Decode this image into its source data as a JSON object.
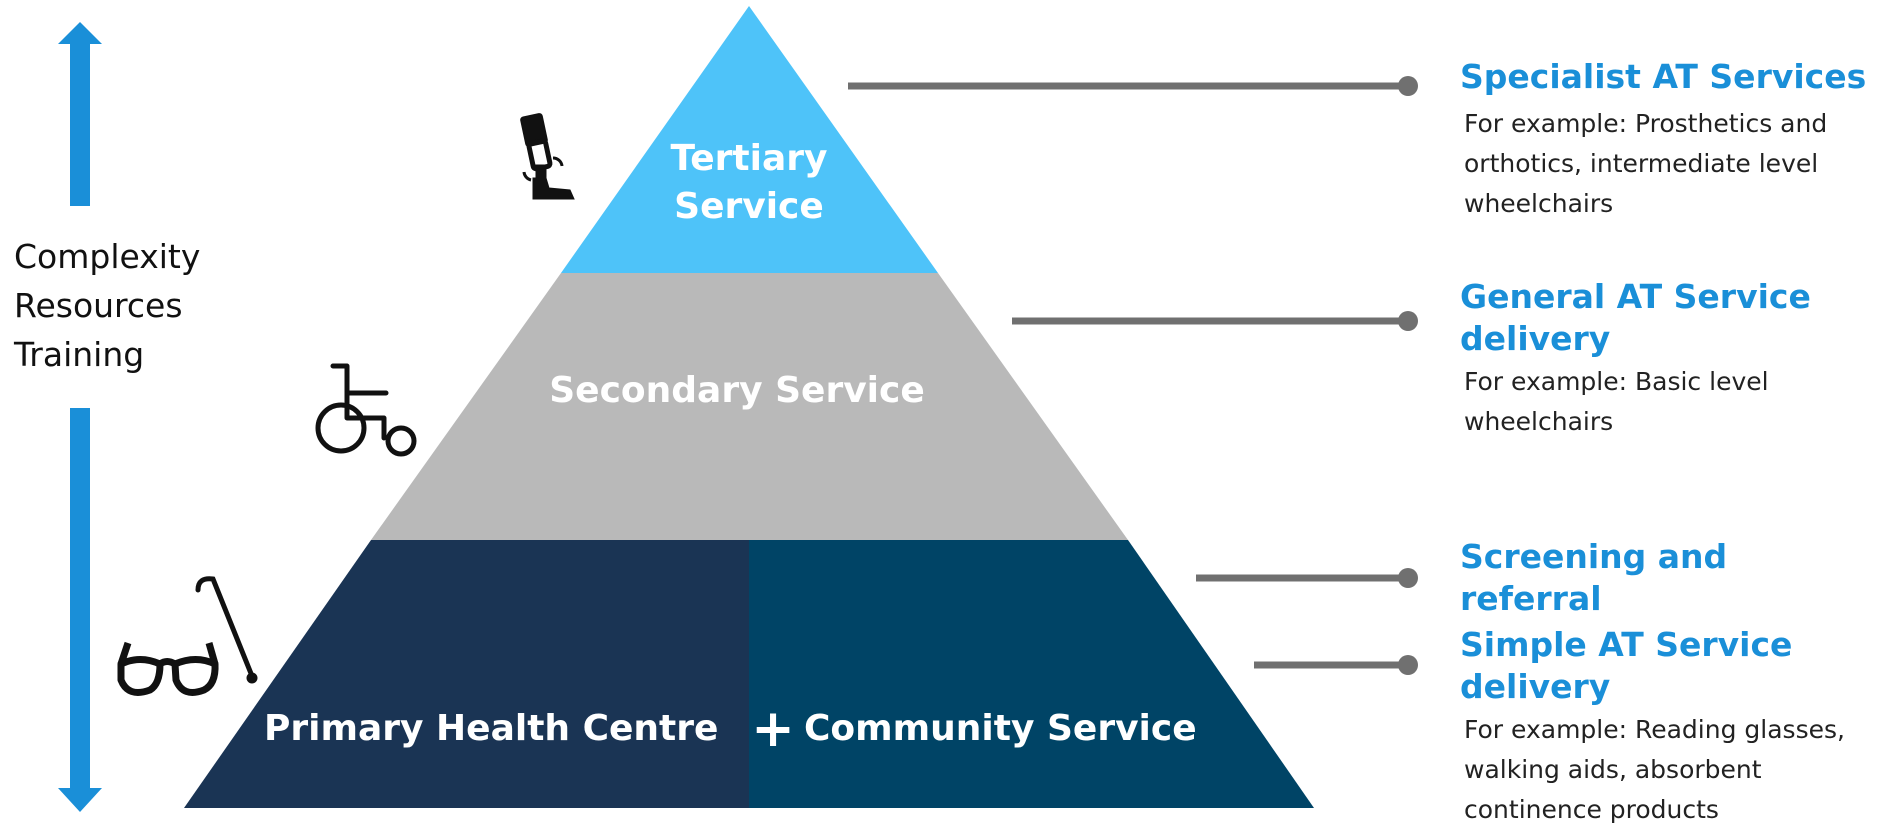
{
  "colors": {
    "tertiary": "#4ec3f9",
    "secondary": "#b9b9b9",
    "primary_left": "#1a3454",
    "primary_right": "#004466",
    "accent_text": "#1a8fd8",
    "connector": "#707070",
    "arrow": "#1a8fd8"
  },
  "pyramid": {
    "tertiary": {
      "line1": "Tertiary",
      "line2": "Service",
      "icon": "prosthetic-leg-icon"
    },
    "secondary": {
      "label": "Secondary Service",
      "icon": "wheelchair-icon"
    },
    "primary": {
      "left_label": "Primary Health Centre",
      "plus": "+",
      "right_label": "Community Service",
      "icons": [
        "glasses-icon",
        "walking-cane-icon"
      ]
    }
  },
  "axis": {
    "lines": [
      "Complexity",
      "Resources",
      "Training"
    ],
    "icon": "double-arrow-icon"
  },
  "legend": {
    "specialist": {
      "title": "Specialist AT Services",
      "desc_lines": [
        "For example: Prosthetics and",
        "orthotics, intermediate level",
        "wheelchairs"
      ]
    },
    "general": {
      "title_lines": [
        "General AT Service",
        "delivery"
      ],
      "desc_lines": [
        "For example: Basic level",
        "wheelchairs"
      ]
    },
    "screening": {
      "title_lines": [
        "Screening and",
        "referral"
      ]
    },
    "simple": {
      "title_lines": [
        "Simple AT Service",
        "delivery"
      ],
      "desc_lines": [
        "For example: Reading glasses,",
        "walking aids, absorbent",
        "continence products"
      ]
    }
  }
}
